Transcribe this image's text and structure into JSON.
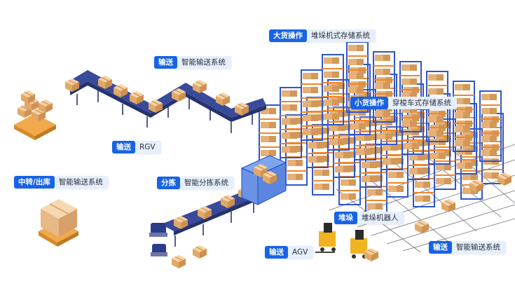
{
  "labels": [
    {
      "id": "bulk-storage",
      "key": "大货操作",
      "value": "堆垛机式存储系统"
    },
    {
      "id": "conveyor-top",
      "key": "输送",
      "value": "智能输送系统"
    },
    {
      "id": "small-storage",
      "key": "小货操作",
      "value": "穿梭车式存储系统"
    },
    {
      "id": "rgv",
      "key": "输送",
      "value": "RGV"
    },
    {
      "id": "transfer",
      "key": "中转/出库",
      "value": "智能输送系统"
    },
    {
      "id": "sorting",
      "key": "分拣",
      "value": "智能分拣系统"
    },
    {
      "id": "stacker-robot",
      "key": "堆垛",
      "value": "堆垛机器人"
    },
    {
      "id": "agv",
      "key": "输送",
      "value": "AGV"
    },
    {
      "id": "conveyor-bottom",
      "key": "输送",
      "value": "智能输送系统"
    }
  ],
  "colors": {
    "accent": "#1763e6",
    "tag_bg": "#e6effb",
    "rack_blue": "#2d56c9",
    "rack_orange": "#f0862a",
    "conveyor": "#3a4a9a",
    "box": "#e9b77a",
    "forklift": "#f2b320"
  }
}
